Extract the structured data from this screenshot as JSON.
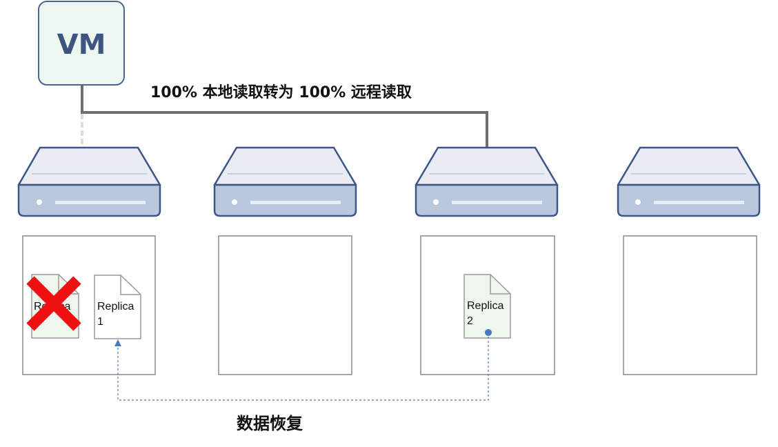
{
  "vm": {
    "label": "VM"
  },
  "notes": {
    "switch_text": "100% 本地读取转为 100% 远程读取",
    "recovery_text": "数据恢复"
  },
  "nodes": [
    {
      "id": "node1",
      "files": [
        {
          "name": "Replica",
          "sub": "",
          "state": "failed",
          "fill": "#eef6ee"
        },
        {
          "name": "Replica",
          "sub": "1",
          "state": "new",
          "fill": "#ffffff"
        }
      ]
    },
    {
      "id": "node2",
      "files": []
    },
    {
      "id": "node3",
      "files": [
        {
          "name": "Replica",
          "sub": "2",
          "state": "source",
          "fill": "#eef6ee"
        }
      ]
    },
    {
      "id": "node4",
      "files": []
    }
  ],
  "colors": {
    "server_top": "#e9edf3",
    "server_front": "#b9c8dc",
    "server_stroke": "#3c5585",
    "vm_fill": "#eef6f0",
    "vm_stroke": "#4a6590",
    "vm_text": "#3d5580",
    "remote_link": "#6e6e6e",
    "local_link": "#dcdcdc",
    "recovery_link": "#4a78c2",
    "fail_mark": "#ee1111",
    "box_stroke": "#8a8a8a"
  }
}
